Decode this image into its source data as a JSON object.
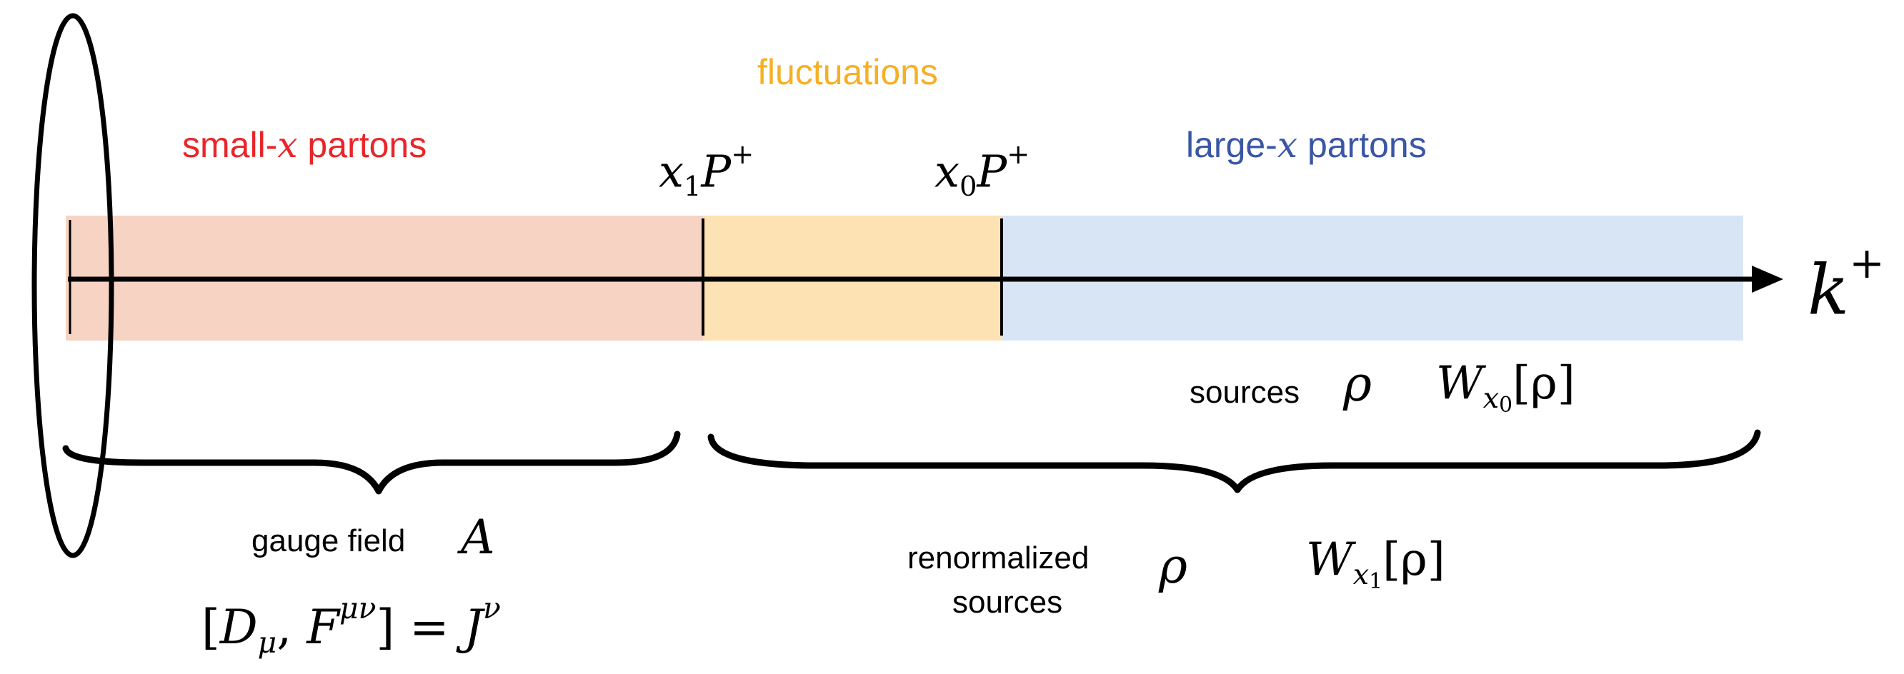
{
  "colors": {
    "small_x_label": "#e8262a",
    "fluctuations_label": "#f5b025",
    "large_x_label": "#3a56a5",
    "small_x_band": "#f6d3c3",
    "fluctuations_band": "#fde2b3",
    "large_x_band": "#d8e5f5",
    "ink": "#000000"
  },
  "labels": {
    "small_x": {
      "pre": "small-",
      "var": "x",
      "post": " partons"
    },
    "fluctuations": "fluctuations",
    "large_x": {
      "pre": "large-",
      "var": "x",
      "post": " partons"
    },
    "x1": {
      "base": "x",
      "sub": "1",
      "P": "P",
      "sup": "+"
    },
    "x0": {
      "base": "x",
      "sub": "0",
      "P": "P",
      "sup": "+"
    },
    "axis": {
      "base": "k",
      "sup": "+"
    },
    "sources": "sources",
    "rho": "ρ",
    "W_x0": {
      "W": "W",
      "sub_base": "x",
      "sub_index": "0",
      "arg": "[ρ]"
    },
    "gauge_field": "gauge field",
    "A": "A",
    "yang_mills": {
      "open": "[",
      "D": "D",
      "D_sub": "μ",
      "comma": ", ",
      "F": "F",
      "F_sup": "μν",
      "close": "]",
      "eq": " = ",
      "J": "J",
      "J_sup": "ν"
    },
    "renormalized_line1": "renormalized",
    "renormalized_line2": "sources",
    "rho2": "ρ",
    "W_x1": {
      "W": "W",
      "sub_base": "x",
      "sub_index": "1",
      "arg": "[ρ]"
    }
  },
  "icons": [
    "ellipse-outline",
    "curly-brace",
    "arrow-head"
  ]
}
